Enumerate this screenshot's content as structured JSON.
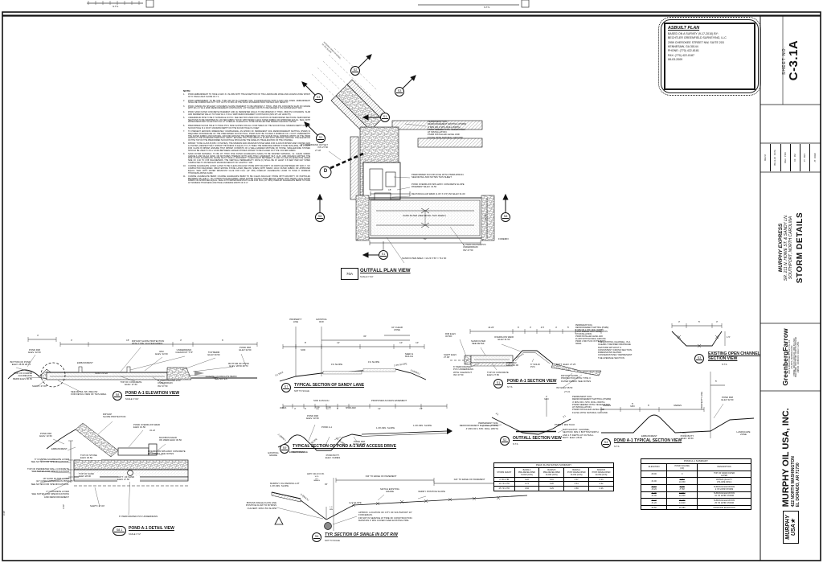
{
  "frame": {
    "nts_left": "N.T.S.",
    "nts_right": "N.T.S."
  },
  "stamp": {
    "title": "ASBUILT PLAN",
    "l1": "BASED ON A SURVEY (9-17-2010) BY:",
    "l2": "BECHTLER GREENFIELD SURVEYING, LLC",
    "l3": "2959 CHEROKEE STREET NW, SUITE 203",
    "l4": "KENNESAW, GA 30144",
    "l5": "PHONE: (770) 422-8181",
    "l6": "FAX:    (770) 422-0187",
    "l7": "08-03-2009"
  },
  "strip": {
    "sheet_no_label": "SHEET NO.",
    "sheet_no": "C-3.1A",
    "rev": "REV-8",
    "cells": [
      {
        "v": "05-13-10",
        "l": "DATE"
      },
      {
        "v": "REA",
        "l": "PRN"
      },
      {
        "v": "KF",
        "l": "PM"
      },
      {
        "v": "JT",
        "l": "DES"
      },
      {
        "v": "JT",
        "l": "DRW"
      }
    ],
    "project": "MURPHY EXPRESS",
    "addr1": "SR. 211 N. HOWE ST. & SANDY LN.",
    "addr2": "SOUTHPORT,  NORTH CAROLINA",
    "title": "STORM DETAILS",
    "firm": "GreenbergFarrow",
    "firm_lines": [
      {
        "t": "1430 W. PEACHTREE ST. NW, STE. 200"
      },
      {
        "t": "ATLANTA, GEORGIA 30309"
      },
      {
        "t": "PHONE: (404) 601-4000   FAX: (404) 601-3990"
      },
      {
        "t": "DWG NAME: SOUTHPORT, NORTH CAROLINA"
      },
      {
        "t": "JOB NO.: 20080003.0    COA #: C-2581"
      }
    ],
    "owner": "MURPHY OIL USA, INC.",
    "owner_addr1": "422 NORTH WASHINGTON",
    "owner_addr2": "EL DORADO, AR 71730",
    "logo1": "MURPHY",
    "logo2": "USA★"
  },
  "notes": {
    "title": "NOTE:",
    "items": [
      {
        "n": "1.",
        "t": "POND EMBANKMENT TO HAVE A MAX 3:1 SLOPE WITH THE EXCEPTION OF THE LANDSCAPE ZONE AND ACCESS ZONE WHICH IS TO HAVE A MAX SLOPE OF 7:1."
      },
      {
        "n": "2.",
        "t": "POND EMBANKMENT TO BE SOIL TYPE SW OR SU (UNIFIED SOIL CLASSIFICATION) WITH A MAX 20% FINES. EMBANKMENT SHALL BE COMPACTED IN 6\" TO 8\" LIFTS TO 95% OF THE SOILS STANDARD PROCTOR MAX DRY DENSITY."
      },
      {
        "n": "3.",
        "t": "POND OVERFLOW SPILLWAY CONCRETE SLOPE PAVEMENT TO BE MINIMUM 4\" THICK, 3500 PSI CONCRETE SLAB ON GRADE WITH W1.4 X W1.4 WWF REINFORCEMENT CONTINUOUS. 1/4\" TOOLED JOINTS TO BE SPACED 5' ON CENTER EACH WAY."
      },
      {
        "n": "4.",
        "t": "POND SAND FILTER CONCRETE PAVEMENT AND (4) PERIMETER WALLS TO BE MINIMUM 4\" THICK, 3500 PSI CONCRETE. SLAB AND PERIMETER WALLS TO HAVE W1.4 X W1.4 WWF REINFORCEMENT CONTINUOUS (MIN 18\" LAP LENGTH)."
      },
      {
        "n": "5.",
        "t": "UNDERDRAIN PIPE TO BE 6\" SCHEDULE 40 PVC. SEE SECTION VIEW FOR LOCATION OF PERFORATED SECTIONS. PERFORATED SECTIONS TO BE WRAPPED IN A FILTER FABRIC \"SOCK\" WITH MIRAFI 140-N FILTER FABRIC OR APPROVED EQUAL. SEAL WITH WATER RESISTANT GLUE FOR FULL 12\" OVERLAP. CLEANOUTS TO BE INSTALLED PER SEWER CLEANOUT DETAIL."
      },
      {
        "n": "6.",
        "t": "PREFORMED SCOUR HOLE TO HAVE 3H:1V SIDE SLOPES FOR ALL FOUR SIDES OF THE SCOUR HOLE. MINIMUM DEPTH OF THE SCOUR HOLE IS 1 FOOT. MAXIMUM DEPTH OF THE SCOUR HOLE IS 2 FEET."
      },
      {
        "n": "7.",
        "t": "TO PREVENT EROSION IMMEDIATELY DOWNGRADE, AN APRON OF PERMANENT SOIL REINFORCEMENT MATTING (PSRM) IS REQUIRED DOWNGRADE OF THE PREFORMED SCOUR HOLE. PSRM MUST BE TUCKED A MINIMUM OF 1 FOOT UNDERNEATH THE FILTER FABRIC AND NATURAL GROUND AROUND THE PERIMETER OF THE SCOUR HOLE. MINIMUM WIDTH OF THE PSRM APRON IS THE STANDARD PSRM ROLL WIDTH. ENSURE THAT THE APRON IS FLUSH WITH NATURAL GROUND. THE ELEVATION OF THE TOP OF THE PREFORMED SCOUR HOLE SHOULD BE THE SAME AS THE ELEVATION OF THE CHANNEL."
      },
      {
        "n": "8.",
        "t": "RIPRAP: TO BE CLASS B (D50 = 8 INCHES). THE MINIMUM AND MAXIMUM STONE SIZES FOR CLASS B RIPRAP ARE 5 INCHES AND 12 INCHES, RESPECTIVELY. RIPRAP THICKNESS IS EQUAL TO 1.5 TIMES THE MIDRANGE RIPRAP STONE SIZE (D50), OR 1 FOOT FOR CLASS B RIPRAP. ENSURE THAT RIPRAP CONSISTS OF A WELL-GRADED MIXTURE OF STONE. SMALLER-SIZE STONES SHOULD BE USED TO FILL VOIDS BETWEEN LARGER STONES. RIPRAP TO BE PLACED ON TYPE II FILTER FABRIC."
      },
      {
        "n": "9.",
        "t": "SAND FILTER MATERIAL: TO BE 18\" THICK FINE FILTER AGGREGATE (SAND) TO BE WASHED MATERIAL, I.E. CLEAN GREEN GRAVELS AND SILICA SAND, OR MIXTURES THEREOF WITH LESS THAN 1-PERCENT SILT, CLAY, AND ORGANIC MATTER. THE FINE FILTER AGGREGATE (SAND) MUST HAVE A UNIFORMITY COEFFICIENT BETWEEN 1.5 AND 3.0 AND AN EFFECTIVE GRAIN SIZE OF 0.40 TO 0.55 MILLIMETERS. THE VERTICAL PERMEABILITY RATE (K) SHALL BE AT LEAST 3.5 FEET PER DAY WHEN COMPACTED TO 95 PERCENT MAXIMUM DENSITY BY AASHTO T 180."
      },
      {
        "n": "10.",
        "t": "COARSE AGGREGATE LAYER: LAYER TO BE CLEAN ANGULAR STONE WITH MAJORITY OF PARTICLES BETWEEN 3/8\" AND 2\". NO COMPACTION REQUIRED. WRAP ENTIRE STONE LAYER (BELOW, SIDES) WITH MIRAFI 140-N FILTER FABRIC OR APPROVED EQUAL. SEAL WITH WATER RESISTANT GLUE FOR FULL (12\" MIN) OVERLAP. AGGREGATE LAYER TO HAVE 6\" MINIMUM THICKNESS ABOVE SAND."
      },
      {
        "n": "11.",
        "t": "COARSE AGGREGATE BERM: COARSE AGGREGATE BERM TO BE CLEAN ANGULAR STONE WITH MAJORITY OF PARTICLES BETWEEN 3/8\" AND 2\". NO COMPACTION REQUIRED. WRAP ENTIRE STONE LAYER (BELOW, SIDES) WITH MIRAFI 140-N FILTER FABRIC OR APPROVED EQUAL. SEAL WITH WATER RESISTANT GLUE FOR FULL (12\" MIN) OVERLAP. AGGREGATE BERM TO HAVE 18\" MINIMUM THICKNESS AND HAVE A MINIMUM WIDTH OF 6'-0\"."
      }
    ]
  },
  "plan": {
    "existing": "EXISTING OPEN CHANNEL\n±0.75% SLOPE",
    "outlet": "6\" UNDERDRAIN OUTLET\nINV 27.50",
    "outlet_i": "27.38",
    "psrm": "PERMANENT SOIL\nREINFORCEMENT MATTING (PSRM)\n4' MIN OR 1 STD. ROLL WIDTH,\nPSRM SEEDED WITH VEGETATION\nAT INSTALLATION.\nPSRM INSTALLED LEVEL AND\nFLUSH WITH NATURAL GROUND.",
    "scour": "PREFORMED SCOUR HOLE WITH PSRM APRON.\nSEE DETAIL AND NOTES THIS SHEET.",
    "spillway": "POND OVERFLOW SPILLWAY CONCRETE SLOPE\nPAVEMENT ELEV. 31.50",
    "weir": "RECTANGULAR WEIR (1.33' X 0.5') INV ELEV 31.00",
    "sand": "SAND FILTER (SEE DETAIL THIS SHEET)",
    "forebay": "FOREBAY",
    "underdrain": "6\" PERFORATED PVC\nUNDERDRAIN\nINV 27.50",
    "area": "SAND FILTER AREA = 14.23 X 50' = 711 SF",
    "d50": "50'",
    "d15": "15'",
    "d2a": "2'",
    "d2b": "2'",
    "d1423": "14.23'",
    "d": "D",
    "m1": "S3",
    "m2": "S2",
    "m3": "S3",
    "m4": "S1",
    "m5": "S2",
    "m6": "S8",
    "m7": "S8",
    "m8": "S1",
    "num": "70A",
    "title": "OUTFALL PLAN VIEW",
    "scale": "SCALE 1\"=10'"
  },
  "s8": {
    "dim4": "4'",
    "dim3a": "3'",
    "dim15": "15'",
    "dim3b": "3'",
    "dim6": "6'",
    "pond_rim_l": "POND RIM\nELEV. 32.50",
    "bottom_l": "BOTTOM OF POND\nELEV. 28.50  28.73",
    "coarse_l": "TOP OF COARSE AGGREGATE\nBERM ELEV 30.50",
    "shwt": "SHWT= 27.00'",
    "see_detail": "SEE DETAIL S8.1 BELOW\nFOR DETAIL VIEW OF THIS AREA.",
    "riprap": "RIP RAP SLOPE PROTECTION\nWITH TYPE II FILTER FABRIC",
    "rim": "RIM\nELEV. 32.50",
    "cleanout": "UNDERDRAIN\nCLEANOUT TYP",
    "top_berm": "TOP BERM\nELEV 30.50",
    "pond_rim_r": "POND RIM\nELEV 32.50",
    "bottom_r": "BOTTOM OF POND\nELEV. 28.50  28.73",
    "coarse_r": "COARSE AGGREGATE BERM\nSEE NOTES.",
    "top_conc": "TOP OF CONCRETE\nELEV. 27.50",
    "underdrain": "6\" PERFORATED PVC\nUNDERDRAIN\nINV 27.50",
    "sand": "SAND FILTER",
    "embankment": "EMBANKMENT",
    "badge": "S8",
    "title": "POND A-1 ELEVATION VIEW",
    "scale": "SCALE 1\"=10'"
  },
  "s81": {
    "pond_rim": "POND RIM\nELEV. 32.50",
    "embankment": "EMBANKMENT",
    "riprap": "RIP RAP\nSLOPE PROTECTION",
    "weir_a": "POND OVERFLOW WEIR\nELEV 31.50",
    "weir_b": "31.22",
    "max_head": "MAXIMUM HEAD\nON WEIR ELEV 30.50",
    "spillway": "OVERFLOW SPILLWAY CONCRETE\nPAVEMENT, SEE NOTES",
    "top_stone": "TOP OF STONE\nELEV 29.50",
    "coarse": "6\" COARSE AGGREGATE LAYER\nSEE NOTES FOR SPECIFICATIONS.",
    "perimeter": "TOP OF PERIMETER WALL CONCRETE\nSEE NOTES FOR SPECIFICATIONS",
    "sand_layer": "18\" SAND FILTER LAYER\n(12\" OVER UNDERDRAIN PIPE)\nSEE NOTES FOR SPECIFICATIONS.",
    "conc": "4\" CONCRETE LAYER\nSEE NOTES FOR SPECIFICATIONS\nAND REINFORCEMENT",
    "top_sand": "TOP OF SAND\nELEV 28.00",
    "bott_sand": "BOTT. OF SAND\nELEV 27.50",
    "shwt": "SHWT= 27.00'",
    "underdrain": "6\" PERFORATED PVC UNDERDRAIN",
    "dim": "3.33'",
    "badge": "S8.1",
    "title": "POND A-1 DETAIL VIEW",
    "scale": "SCALE 1\"=2'"
  },
  "s7": {
    "prop": "PROPERTY\nLINE",
    "rw": "EXISTING\nR/W",
    "d30": "30'",
    "clear": "10' CLEAR\nZONE",
    "d8": "8'",
    "d12": "12'",
    "d10a": "10'",
    "d10b": "10'",
    "sod": "SOD",
    "sl1": "1% SLOPE",
    "sl2": "1% SLOPE",
    "sl23": "2-3% SLOPE",
    "sl31": "3:1(MAX.)",
    "seed": "SEED &\nMULCH",
    "max31": "3:1 MAX",
    "badge": "S7",
    "title": "TYPICAL SECTION OF SANDY LANE",
    "scale": "NOT TO SCALE"
  },
  "s9": {
    "sod": "SOD & MULCH",
    "easement": "PROPOSED ACCESS EASEMENT",
    "varies1": "VARIES",
    "d4": "4'",
    "d6a": "6'",
    "pr": "POND\nRIM",
    "pb": "POND\nBOTT.",
    "d6b": "6'",
    "shoulder": "SHOULDER",
    "d12a": "12'",
    "d12b": "12'",
    "slope23": "2-3(MAX.)",
    "exgrade": "EXISTING\nGRADE",
    "embankment": "EMBANKMENT",
    "pond_rim": "POND RIM\nELEV. 32.50",
    "pond": "POND A-1",
    "sl_l": "3:1 SLOPE",
    "sl_r": "3:1 SLOPE",
    "pond_bott": "POND BOTT.\nELEV. VARIES",
    "pond_rim2": "POND RIM\nELEV. 32.35",
    "min1": "1.0% MIN. SLOPE",
    "min2": "1.0% MIN. SLOPE",
    "badge": "S9",
    "title": "TYPICAL SECTION OF POND A-1 AND ACCESS DRIVE",
    "scale": "NOT TO SCALE"
  },
  "s6": {
    "hwy": "HWY 211 R.O.W.",
    "sod": "SOD\n±17'\nVARIES",
    "d34": "±34' TO EDGE OF PAVEMENT",
    "d24": "±24' TO EDGE OF PAVEMENT",
    "d6": "±6'",
    "parking": "MURPHY OIL PARKING LOT\n1.0% MIN. SLOPE",
    "slope23": "2-3(MAX.)",
    "min15": "1.5'\nMIN",
    "pct4": "4+% SLOPE",
    "match": "MATCH EXISTING\nGRADE",
    "verify": "VERIFY POSITIVE SLOPE",
    "bypass": "BYPASS SWALE FLOW LINE\nPOSITIVE FLOW TO BYPASS\nCULVERT.  MIN 0.5% SLOPE",
    "fm": "APPROX. LOCATION OF CITY OF SOUTHPORT 16\" FORCEMAIN.\nFM NOT IN SERVICE AT TIME OF CONSTRUCTION.\nMAINTAIN 2' MIN COVER OVER EXISTING PIPE.",
    "badge": "S6",
    "title": "TYP.  SECTION OF SWALE IN DOT R/W",
    "scale": "NOT TO SCALE"
  },
  "s1": {
    "d1423": "14.23'",
    "d6": "6'",
    "d3a": "3'",
    "d45": "4.5'",
    "d4": "4'",
    "d5": "5'",
    "rim": "RIM ELEV\n32.50±",
    "shwt": "SHWT ELEV\n27.00'",
    "sand": "SAND FILTER\nSEE DETAIL",
    "weir": "OVERFLOW WEIR\nELEV 31.50",
    "weir_inv": "WEIR INV\nELEV 31.00",
    "solid": "6\" SOLID\nPVC",
    "perf": "6\" PERFORATED\nPVC UNDERDRAIN\nWITH CLEANOUT\nINV 27.50",
    "conc": "TOP OF CONCRETE\nELEV 27.50",
    "bott": "BOTT. ELEV. 27.25",
    "riprap": "RIP RAP SLOPE\nPROTECTION WITH TYPE II\nFILTER FABRIC SEE NOTES",
    "inv_a": "INV ELEV 28.50",
    "inv_b": "27.31",
    "psrm": "PERMANENT SOIL\nREINFORCEMENT MATTING (PSRM)\n4' MIN OR 1 STD. ROLL WIDTH.\nPSRM SEEDED WITH VEGETATION\nAT INSTALLATION.\nPSRM INSTALLED LEVEL AND\nFLUSH WITH NATURAL GROUND.\nPSRM 1' MIN TUCK IN THE BOTH\nSIDES.",
    "badge": "S1",
    "title": "POND A-1 SECTION VIEW",
    "scale": "N.T.S."
  },
  "s2": {
    "psrm_l": "PERMANENT SOIL\nREINFORCEMENT MATTING (PSRM)\n4' MIN OR 1 STD. ROLL WIDTH",
    "psrm_r": "PERMANENT SOIL\nREINFORCEMENT MATTING (PSRM)\n4' MIN OR 1 STD. ROLL WIDTH.\nPSRM SEEDED WITH VEGETATION\nAT INSTALLATION.\nPSRM INSTALLED LEVEL AND\nFLUSH WITH NATURAL GROUND.",
    "tuck": "PSRM 1' MIN TUCK",
    "match": "MATCH EXIST. CHANNEL,\nSECTION: MIN 4' BOTTOM WIDTH\nAND 1.5' DEPTH AT OUTFALL\nBOTT. ELEV. 28.00",
    "d2": "2'\nMIN",
    "sl_l": "3:1",
    "sl_r": "3:1",
    "badge": "S2",
    "title": "OUTFALL SECTION VIEW",
    "scale": "N.T.S."
  },
  "s3": {
    "note": "THE EXISTING CHANNEL, IS A\nCLEARLY DEFINED DRAINAGE\nFEATURE WITHOUT A\nCONSISTENT CROSS SECTION.\nDIMENSIONS SHOWN\nCONSERVATIVELY REPRESENT\nTHE AVERAGE SECTION.",
    "d3a": "3'",
    "d5": "5'",
    "d3b": "3'",
    "d15": "1.5'",
    "badge": "S3",
    "title": "EXISTING OPEN CHANNEL\nSECTION VIEW",
    "scale": "N.T.S."
  },
  "s4": {
    "prop": "PROPERTY LINE",
    "d5": "5'",
    "varies1": "VARIES",
    "d5min": "5'\nMIN",
    "d6": "6'",
    "varies2": "VARIES",
    "embankment": "EMBANKMENT",
    "pond_bott": "POND BOTT.\nELEV. 28.50",
    "pond_rim": "POND RIM\nELEV 32.50",
    "lzone": "LANDSCAPE\nZONE",
    "badge": "S4",
    "title": "POND A-1 TYPICAL SECTION VIEW",
    "scale": "N.T.S."
  },
  "tables": {
    "peak": {
      "caption": "PEAK FLOW RATES SUMMARY",
      "h0": "STORM EVENT",
      "h1": "BASIN A\nPRE-DEVELOPED\nFLOW (CFS)",
      "h2": "BASIN B\nPRE-DEVELOPED\nFLOW (CFS)",
      "h3": "BASIN A\nPOST-DEVELOPED\nFLOW (CFS)",
      "h4": "BASIN B\nPOST-DEVELOPED\nFLOW (CFS)",
      "rows": [
        {
          "c0": "2 YR 2 HR",
          "c1": "0.22",
          "c2": "0.16",
          "c3": "0.07",
          "c4": "0.13"
        },
        {
          "c0": "10 YR 2 HR",
          "c1": "0.74",
          "c2": "0.28",
          "c3": "0.44",
          "c4": "0.22"
        },
        {
          "c0": "25 YR 2 HR",
          "c1": "0.84",
          "c2": "0.29",
          "c3": "0.69",
          "c4": "0.26"
        }
      ]
    },
    "pond": {
      "caption": "POND A-1 SUMMARY",
      "h0": "ELEVATION",
      "h1": "POND VOLUME\n(CF)",
      "h2": "DESCRIPTION",
      "rows": [
        {
          "e": "28.00",
          "ei": "",
          "v": "0",
          "vi": "",
          "d": "TOP OF SAND FILTER\nLAYER"
        },
        {
          "e": "31.00",
          "ei": "",
          "v": "6,667",
          "vi": "10,330",
          "d": "WATER QUALITY\nVOLUME (WQv)"
        },
        {
          "e": "30.43",
          "ei": "30.49",
          "v": "8,709",
          "vi": "8,768",
          "d": "SURFACE ELEVATION\n2 YR 24HR STORM"
        },
        {
          "e": "31.06",
          "ei": "31.00",
          "v": "13,804",
          "vi": "12,809",
          "d": "SURFACE ELEVATION\n10 YR 24HR STORM"
        },
        {
          "e": "31.27",
          "ei": "31.20",
          "v": "15,479",
          "vi": "14,920",
          "d": "SURFACE ELEVATION\n25 YR 24HR STORM"
        },
        {
          "e": "32.50",
          "ei": "",
          "v": "29,480",
          "vi": "",
          "d": "POND RIM ELEVATION"
        }
      ]
    }
  }
}
